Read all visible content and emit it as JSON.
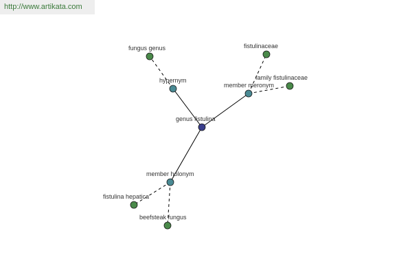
{
  "banner": {
    "url": "http://www.artikata.com"
  },
  "colors": {
    "center": "#3a3e8c",
    "relation": "#4a8a94",
    "leaf": "#4a8a4a",
    "edge": "#000000",
    "banner_bg": "#eeeeee",
    "url_text": "#3a7a3a"
  },
  "graph": {
    "nodes": [
      {
        "id": "center",
        "label": "genus fistulina",
        "kind": "center"
      },
      {
        "id": "hypernym",
        "label": "hypernym",
        "kind": "relation"
      },
      {
        "id": "meronym",
        "label": "member meronym",
        "kind": "relation"
      },
      {
        "id": "holonym",
        "label": "member holonym",
        "kind": "relation"
      },
      {
        "id": "fungus_genus",
        "label": "fungus genus",
        "kind": "leaf"
      },
      {
        "id": "fistulinaceae",
        "label": "fistulinaceae",
        "kind": "leaf"
      },
      {
        "id": "family_fistulinaceae",
        "label": "family fistulinaceae",
        "kind": "leaf"
      },
      {
        "id": "fistulina_hepatica",
        "label": "fistulina hepatica",
        "kind": "leaf"
      },
      {
        "id": "beefsteak_fungus",
        "label": "beefsteak fungus",
        "kind": "leaf"
      }
    ],
    "edges": [
      {
        "from": "center",
        "to": "hypernym",
        "style": "solid"
      },
      {
        "from": "center",
        "to": "meronym",
        "style": "solid"
      },
      {
        "from": "center",
        "to": "holonym",
        "style": "solid"
      },
      {
        "from": "hypernym",
        "to": "fungus_genus",
        "style": "dashed"
      },
      {
        "from": "meronym",
        "to": "fistulinaceae",
        "style": "dashed"
      },
      {
        "from": "meronym",
        "to": "family_fistulinaceae",
        "style": "dashed"
      },
      {
        "from": "holonym",
        "to": "fistulina_hepatica",
        "style": "dashed"
      },
      {
        "from": "holonym",
        "to": "beefsteak_fungus",
        "style": "dashed"
      }
    ]
  }
}
